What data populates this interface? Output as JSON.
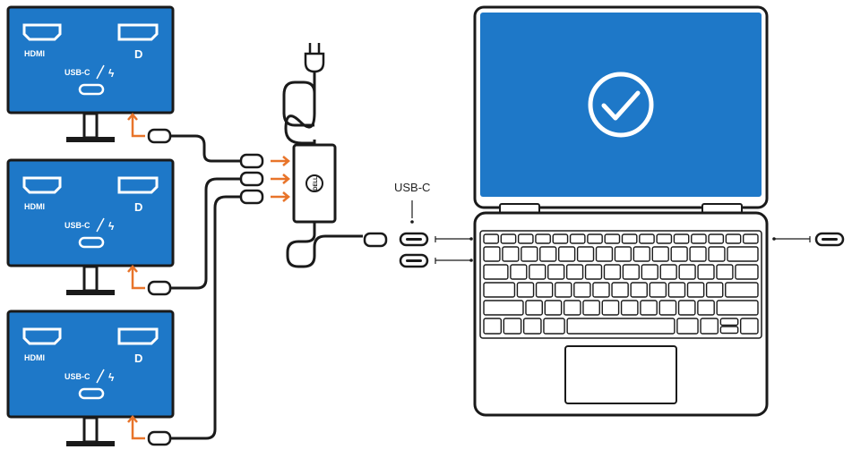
{
  "colors": {
    "screen_blue": "#1e78c8",
    "screen_blue_dark": "#0d5fb0",
    "outline": "#1a1a1a",
    "arrow_orange": "#e8742a",
    "white": "#ffffff"
  },
  "monitors": [
    {
      "hdmi_label": "HDMI",
      "dp_label": "D",
      "usbc_label": "USB-C",
      "tb_symbol": "ϟ"
    },
    {
      "hdmi_label": "HDMI",
      "dp_label": "D",
      "usbc_label": "USB-C",
      "tb_symbol": "ϟ"
    },
    {
      "hdmi_label": "HDMI",
      "dp_label": "D",
      "usbc_label": "USB-C",
      "tb_symbol": "ϟ"
    }
  ],
  "adapter": {
    "brand": "DELL"
  },
  "laptop": {
    "screen_icon": "check-circle-icon"
  },
  "callout": {
    "label": "USB-C"
  }
}
